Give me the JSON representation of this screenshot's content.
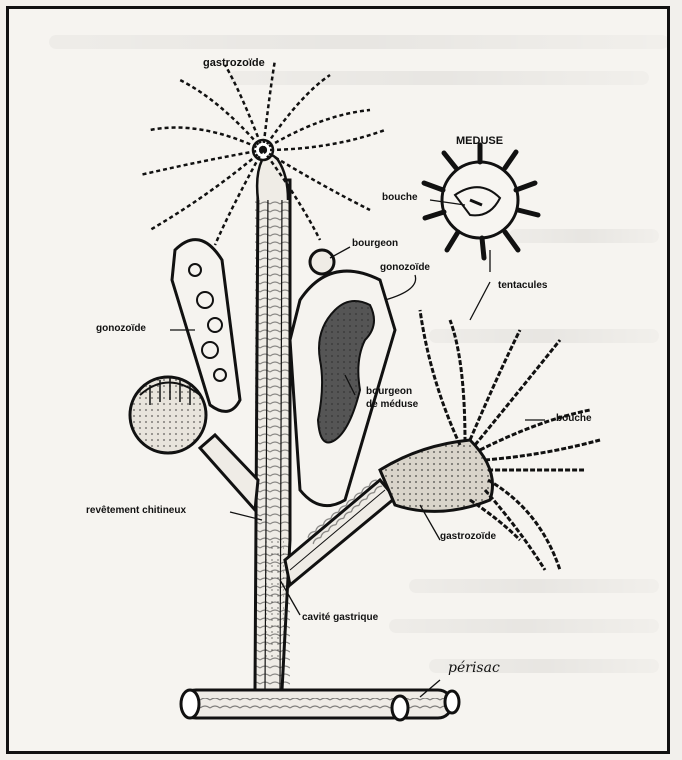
{
  "labels": {
    "gastrozoide_top": "gastrozoïde",
    "meduse": "MEDUSE",
    "bouche_meduse": "bouche",
    "bourgeon": "bourgeon",
    "gonozoide_right": "gonozoïde",
    "tentacules": "tentacules",
    "gonozoide_left": "gonozoïde",
    "bourgeon_de_meduse_1": "bourgeon",
    "bourgeon_de_meduse_2": "de méduse",
    "bouche_right": "bouche",
    "revetement": "revêtement chitineux",
    "gastrozoide_bottom": "gastrozoïde",
    "cavite": "cavité gastrique",
    "signature": "périsac"
  },
  "colors": {
    "ink": "#111111",
    "paper": "#f6f4f0"
  }
}
